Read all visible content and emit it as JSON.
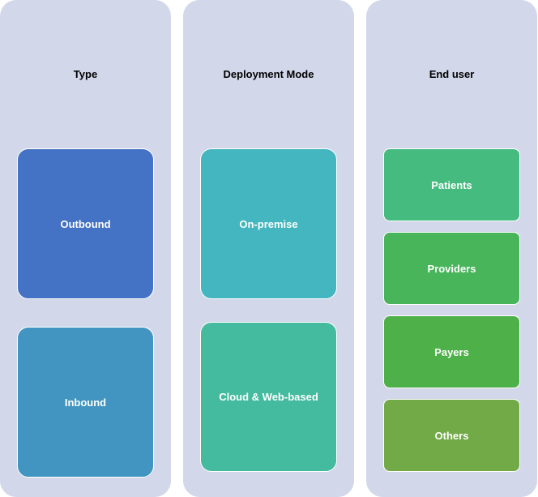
{
  "columns": [
    {
      "title": "Type",
      "items": [
        {
          "label": "Outbound",
          "color": "#4472c4"
        },
        {
          "label": "Inbound",
          "color": "#4195c0"
        }
      ]
    },
    {
      "title": "Deployment Mode",
      "items": [
        {
          "label": "On-premise",
          "color": "#44b6bf"
        },
        {
          "label": "Cloud & Web-based",
          "color": "#44bb9f"
        }
      ]
    },
    {
      "title": "End user",
      "items": [
        {
          "label": "Patients",
          "color": "#45bb7f"
        },
        {
          "label": "Providers",
          "color": "#48b55a"
        },
        {
          "label": "Payers",
          "color": "#4eb049"
        },
        {
          "label": "Others",
          "color": "#71aa47"
        }
      ]
    }
  ]
}
